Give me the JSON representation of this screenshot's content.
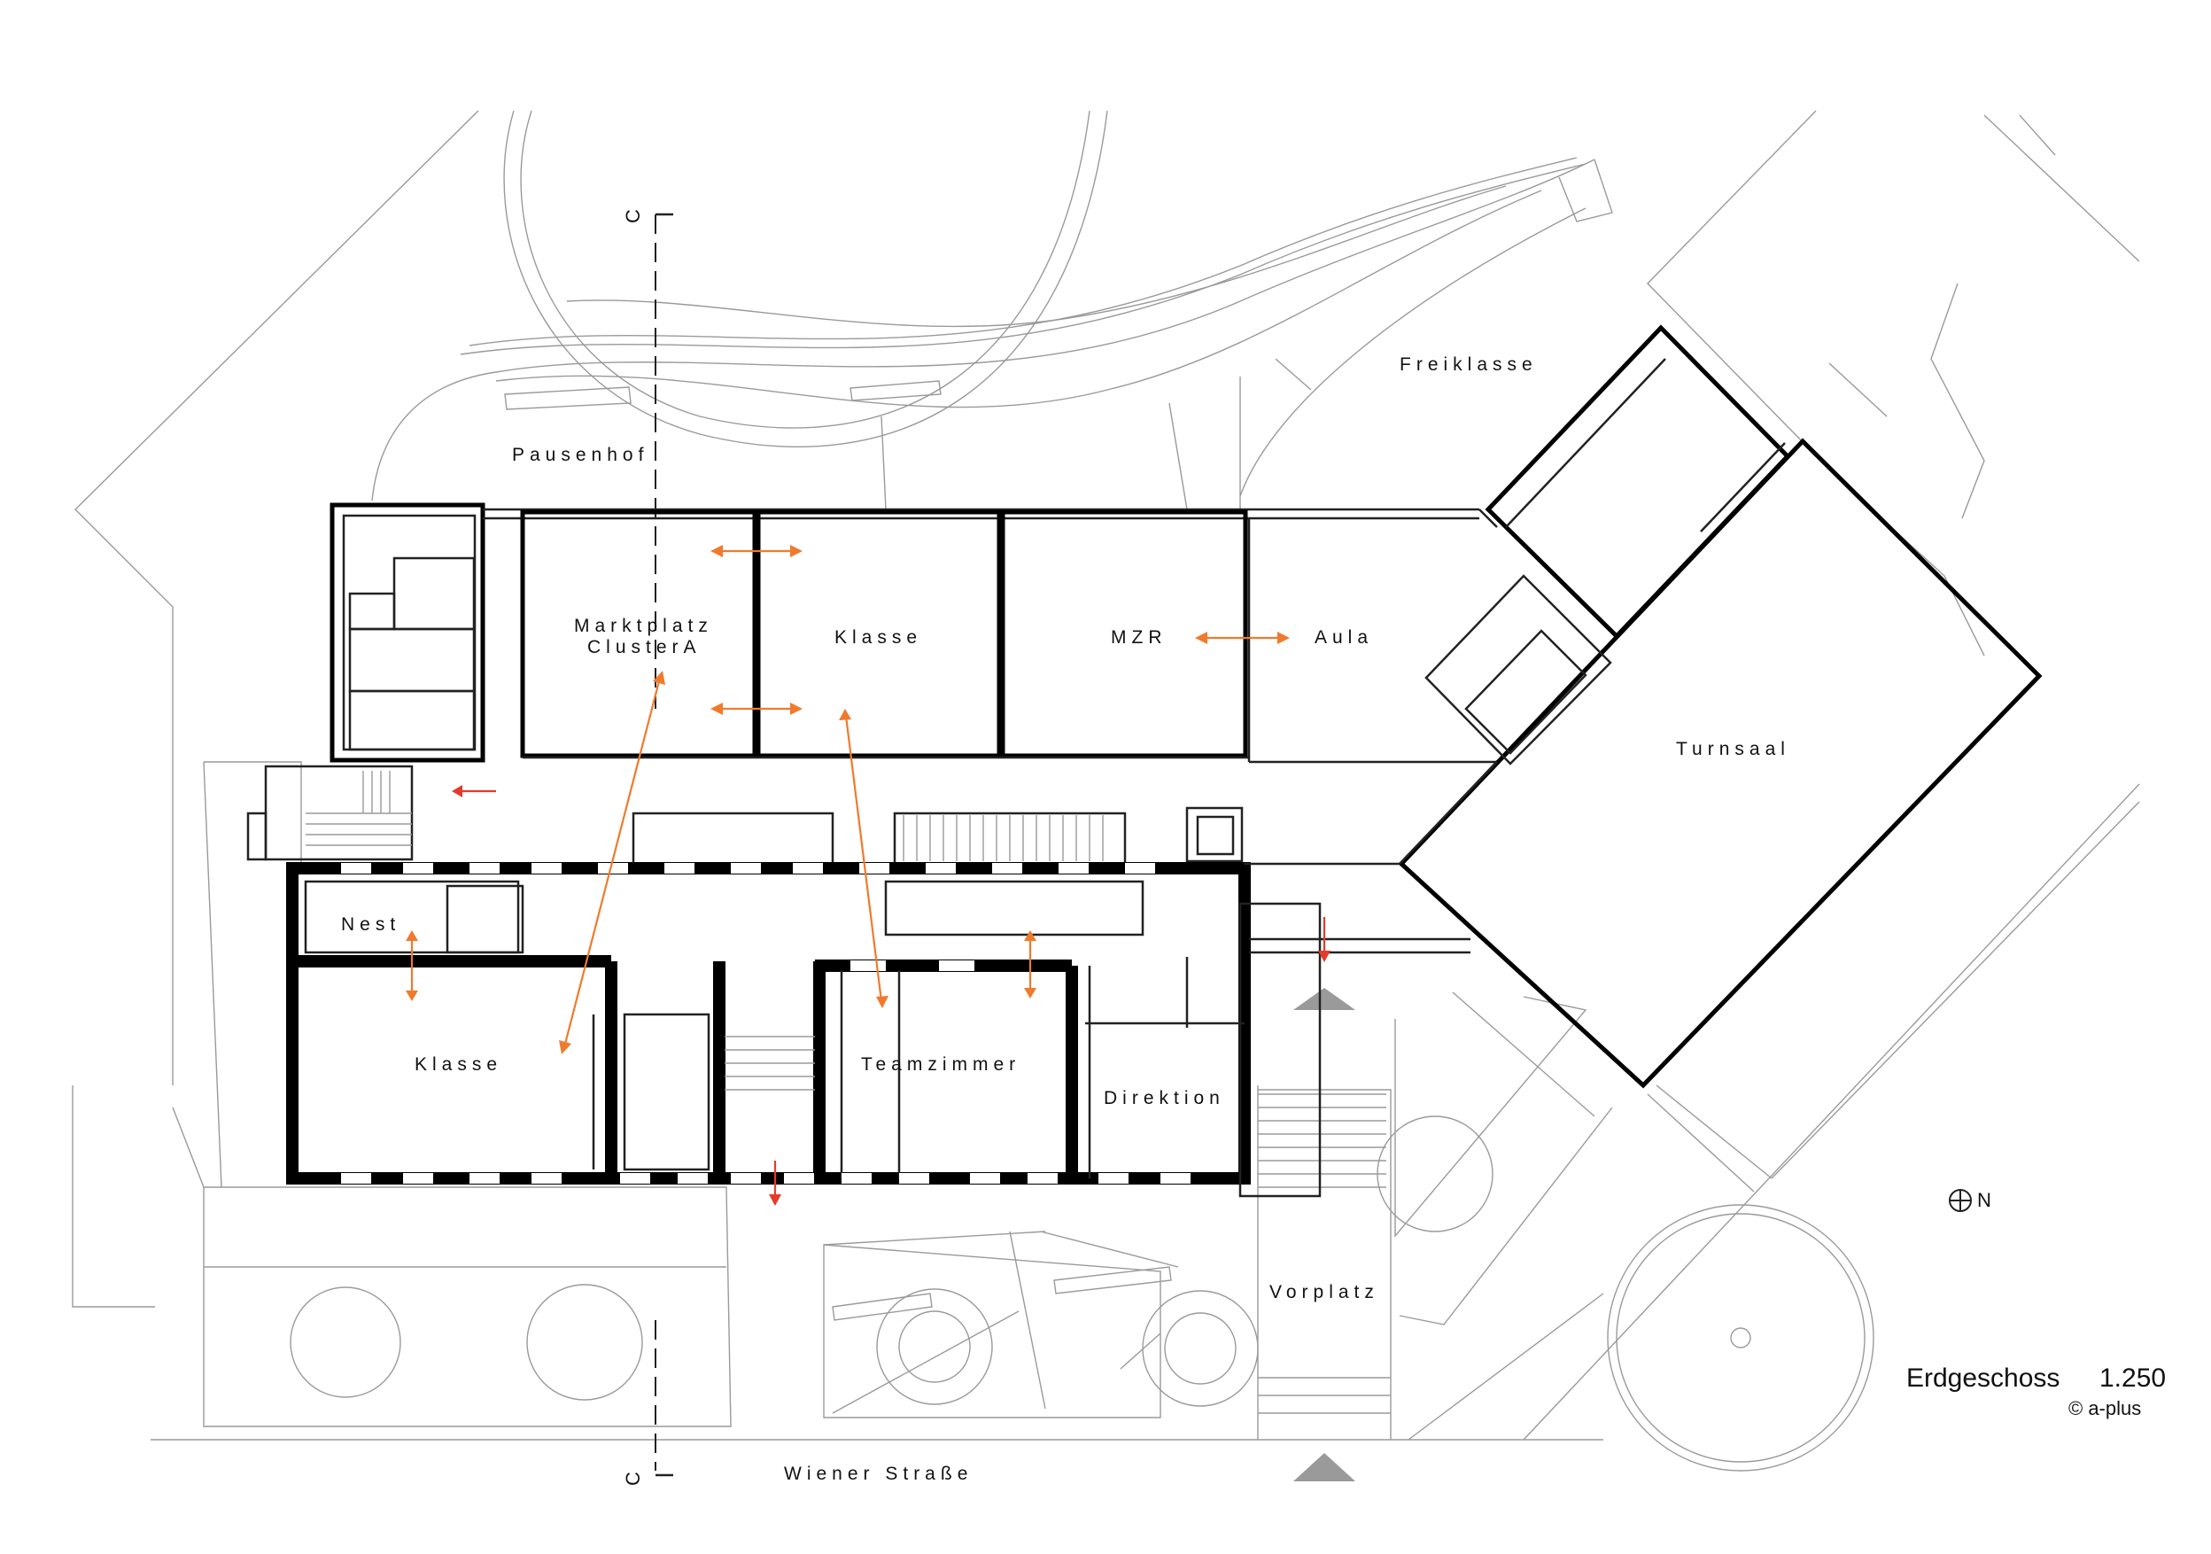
{
  "rooms": {
    "freiklasse": "Freiklasse",
    "pausenhof": "Pausenhof",
    "marktplatz_1": "Marktplatz",
    "marktplatz_2": "ClusterA",
    "klasse_upper": "Klasse",
    "mzr": "MZR",
    "aula": "Aula",
    "turnsaal": "Turnsaal",
    "nest": "Nest",
    "klasse_lower": "Klasse",
    "teamzimmer": "Teamzimmer",
    "direktion": "Direktion",
    "vorplatz": "Vorplatz"
  },
  "street": "Wiener Straße",
  "section_marker": "C",
  "title": "Erdgeschoss",
  "scale": "1.250",
  "credit": "© a-plus",
  "north_label": "N",
  "colors": {
    "circulation_arrow": "#f07a2c",
    "exit_arrow": "#e53a2a",
    "wall": "#000000",
    "context_line": "#9a9a9a"
  }
}
